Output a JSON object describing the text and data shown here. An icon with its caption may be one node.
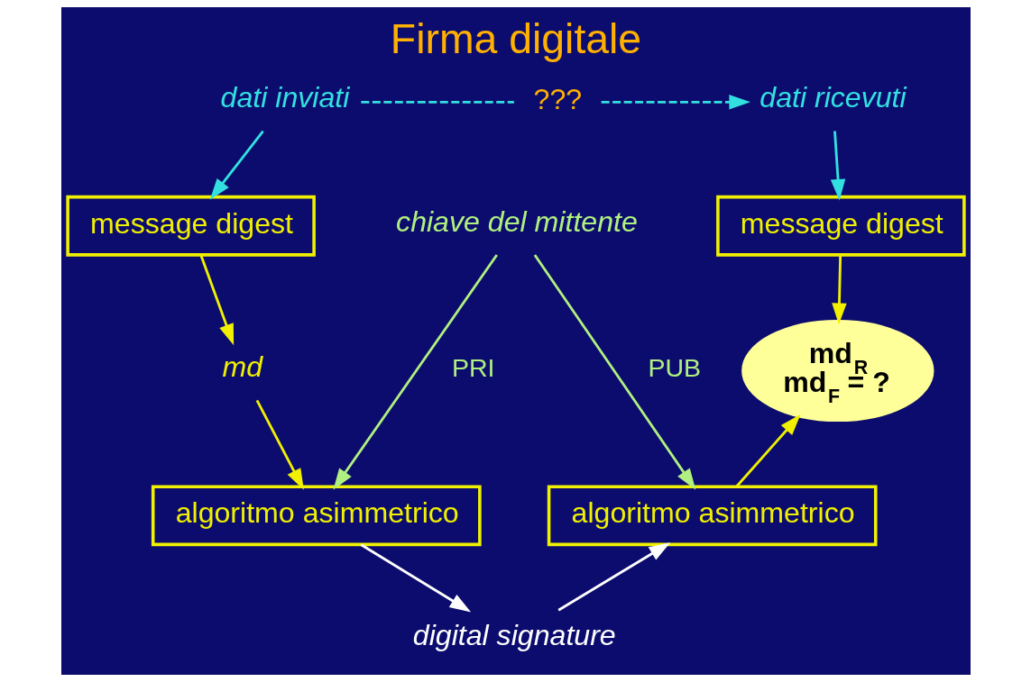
{
  "diagram": {
    "title": "Firma digitale",
    "nodes": [
      {
        "text": [
          "dati inviati"
        ]
      },
      {
        "text": [
          "message digest"
        ]
      },
      {
        "text": [
          "md"
        ]
      },
      {
        "text": [
          "algoritmo asimmetrico"
        ]
      },
      {
        "text": [
          "chiave del mittente"
        ]
      },
      {
        "text": [
          "???"
        ]
      },
      {
        "text": [
          "dati ricevuti"
        ]
      },
      {
        "text": [
          "message digest"
        ]
      },
      {
        "text": [
          "md$_{R}$",
          "md$_{F}$ = ?"
        ]
      },
      {
        "text": [
          "algoritmo asimmetrico"
        ]
      },
      {
        "text": [
          "digital signature"
        ]
      }
    ],
    "edges": [
      {
        "from": 0,
        "to": 1,
        "arrow": "to",
        "color": "#33e0e0"
      },
      {
        "from": 1,
        "to": 2,
        "arrow": "to",
        "color": "#f0f000"
      },
      {
        "from": 2,
        "to": 3,
        "arrow": "to",
        "color": "#f0f000"
      },
      {
        "from": 0,
        "to": 5,
        "arrow": "none",
        "style": "dashed",
        "color": "#33e0e0"
      },
      {
        "from": 5,
        "to": 6,
        "arrow": "to",
        "style": "dashed",
        "color": "#33e0e0"
      },
      {
        "from": 6,
        "to": 7,
        "arrow": "to",
        "color": "#33e0e0"
      },
      {
        "from": 4,
        "to": 3,
        "arrow": "to",
        "label": "PRI",
        "color": "#b0f080"
      },
      {
        "from": 4,
        "to": 9,
        "arrow": "to",
        "label": "PUB",
        "color": "#b0f080"
      },
      {
        "from": 7,
        "to": 8,
        "arrow": "to",
        "color": "#f0f000"
      },
      {
        "from": 9,
        "to": 8,
        "arrow": "to",
        "color": "#f0f000"
      },
      {
        "from": 3,
        "to": 10,
        "arrow": "to",
        "color": "#ffffff"
      },
      {
        "from": 10,
        "to": 9,
        "arrow": "to",
        "color": "#ffffff"
      }
    ]
  }
}
